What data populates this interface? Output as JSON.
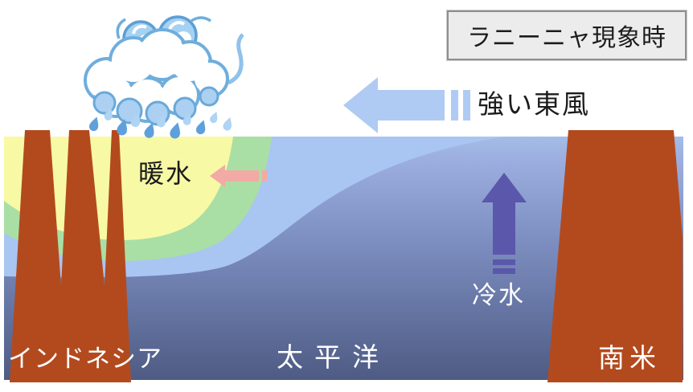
{
  "title": {
    "label": "ラニーニャ現象時"
  },
  "annotations": {
    "wind": "強い東風",
    "warm_water": "暖水",
    "cold_water": "冷水"
  },
  "regions": {
    "indonesia": "インドネシア",
    "pacific": "太平洋",
    "south_america": "南米"
  },
  "icons": {
    "rain_cloud": "rain-cloud-icon",
    "wind_arrow": "left-striped-arrow-icon",
    "warm_current_arrow": "small-left-striped-arrow-icon",
    "upwelling_arrow": "up-striped-arrow-icon"
  },
  "colors": {
    "warm_pool": "#F8F9A5",
    "front_band": "#A9DFA4",
    "surface_water": "#A9C5F2",
    "ocean_top": "#A4BCE8",
    "ocean_mid": "#7B8CBE",
    "deep_water": "#4E5B84",
    "land": "#B34A1E",
    "wind_arrow": "#AFCBF3",
    "upwelling_arrow": "#5B57AB",
    "warm_arrow": "#F2ABA4",
    "title_bg": "#ECECEC"
  }
}
